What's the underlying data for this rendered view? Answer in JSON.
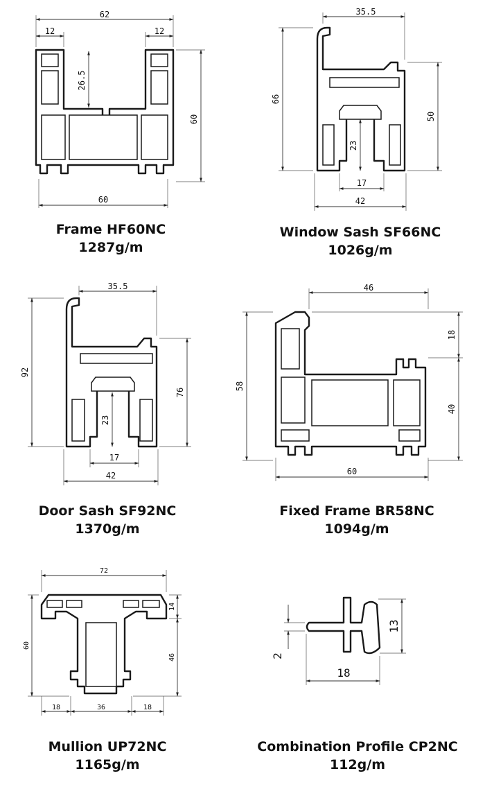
{
  "profiles": [
    {
      "name": "Frame HF60NC",
      "weight": "1287g/m",
      "dims": {
        "top": "62",
        "top_left": "12",
        "top_right": "12",
        "inner": "26.5",
        "right": "60",
        "bottom": "60"
      }
    },
    {
      "name": "Window Sash SF66NC",
      "weight": "1026g/m",
      "dims": {
        "top": "35.5",
        "left": "66",
        "right": "50",
        "inner": "23",
        "slot": "17",
        "bottom": "42"
      }
    },
    {
      "name": "Door Sash SF92NC",
      "weight": "1370g/m",
      "dims": {
        "top": "35.5",
        "left": "92",
        "right": "76",
        "inner": "23",
        "slot": "17",
        "bottom": "42"
      }
    },
    {
      "name": "Fixed Frame BR58NC",
      "weight": "1094g/m",
      "dims": {
        "top": "46",
        "left": "58",
        "right_top": "18",
        "right_bottom": "40",
        "bottom": "60"
      }
    },
    {
      "name": "Mullion UP72NC",
      "weight": "1165g/m",
      "dims": {
        "top": "72",
        "left": "60",
        "right_top": "14",
        "right": "46",
        "b_left": "18",
        "b_mid": "36",
        "b_right": "18"
      }
    },
    {
      "name": "Combination Profile CP2NC",
      "weight": "112g/m",
      "dims": {
        "left": "2",
        "right": "13",
        "bottom": "18"
      }
    }
  ]
}
